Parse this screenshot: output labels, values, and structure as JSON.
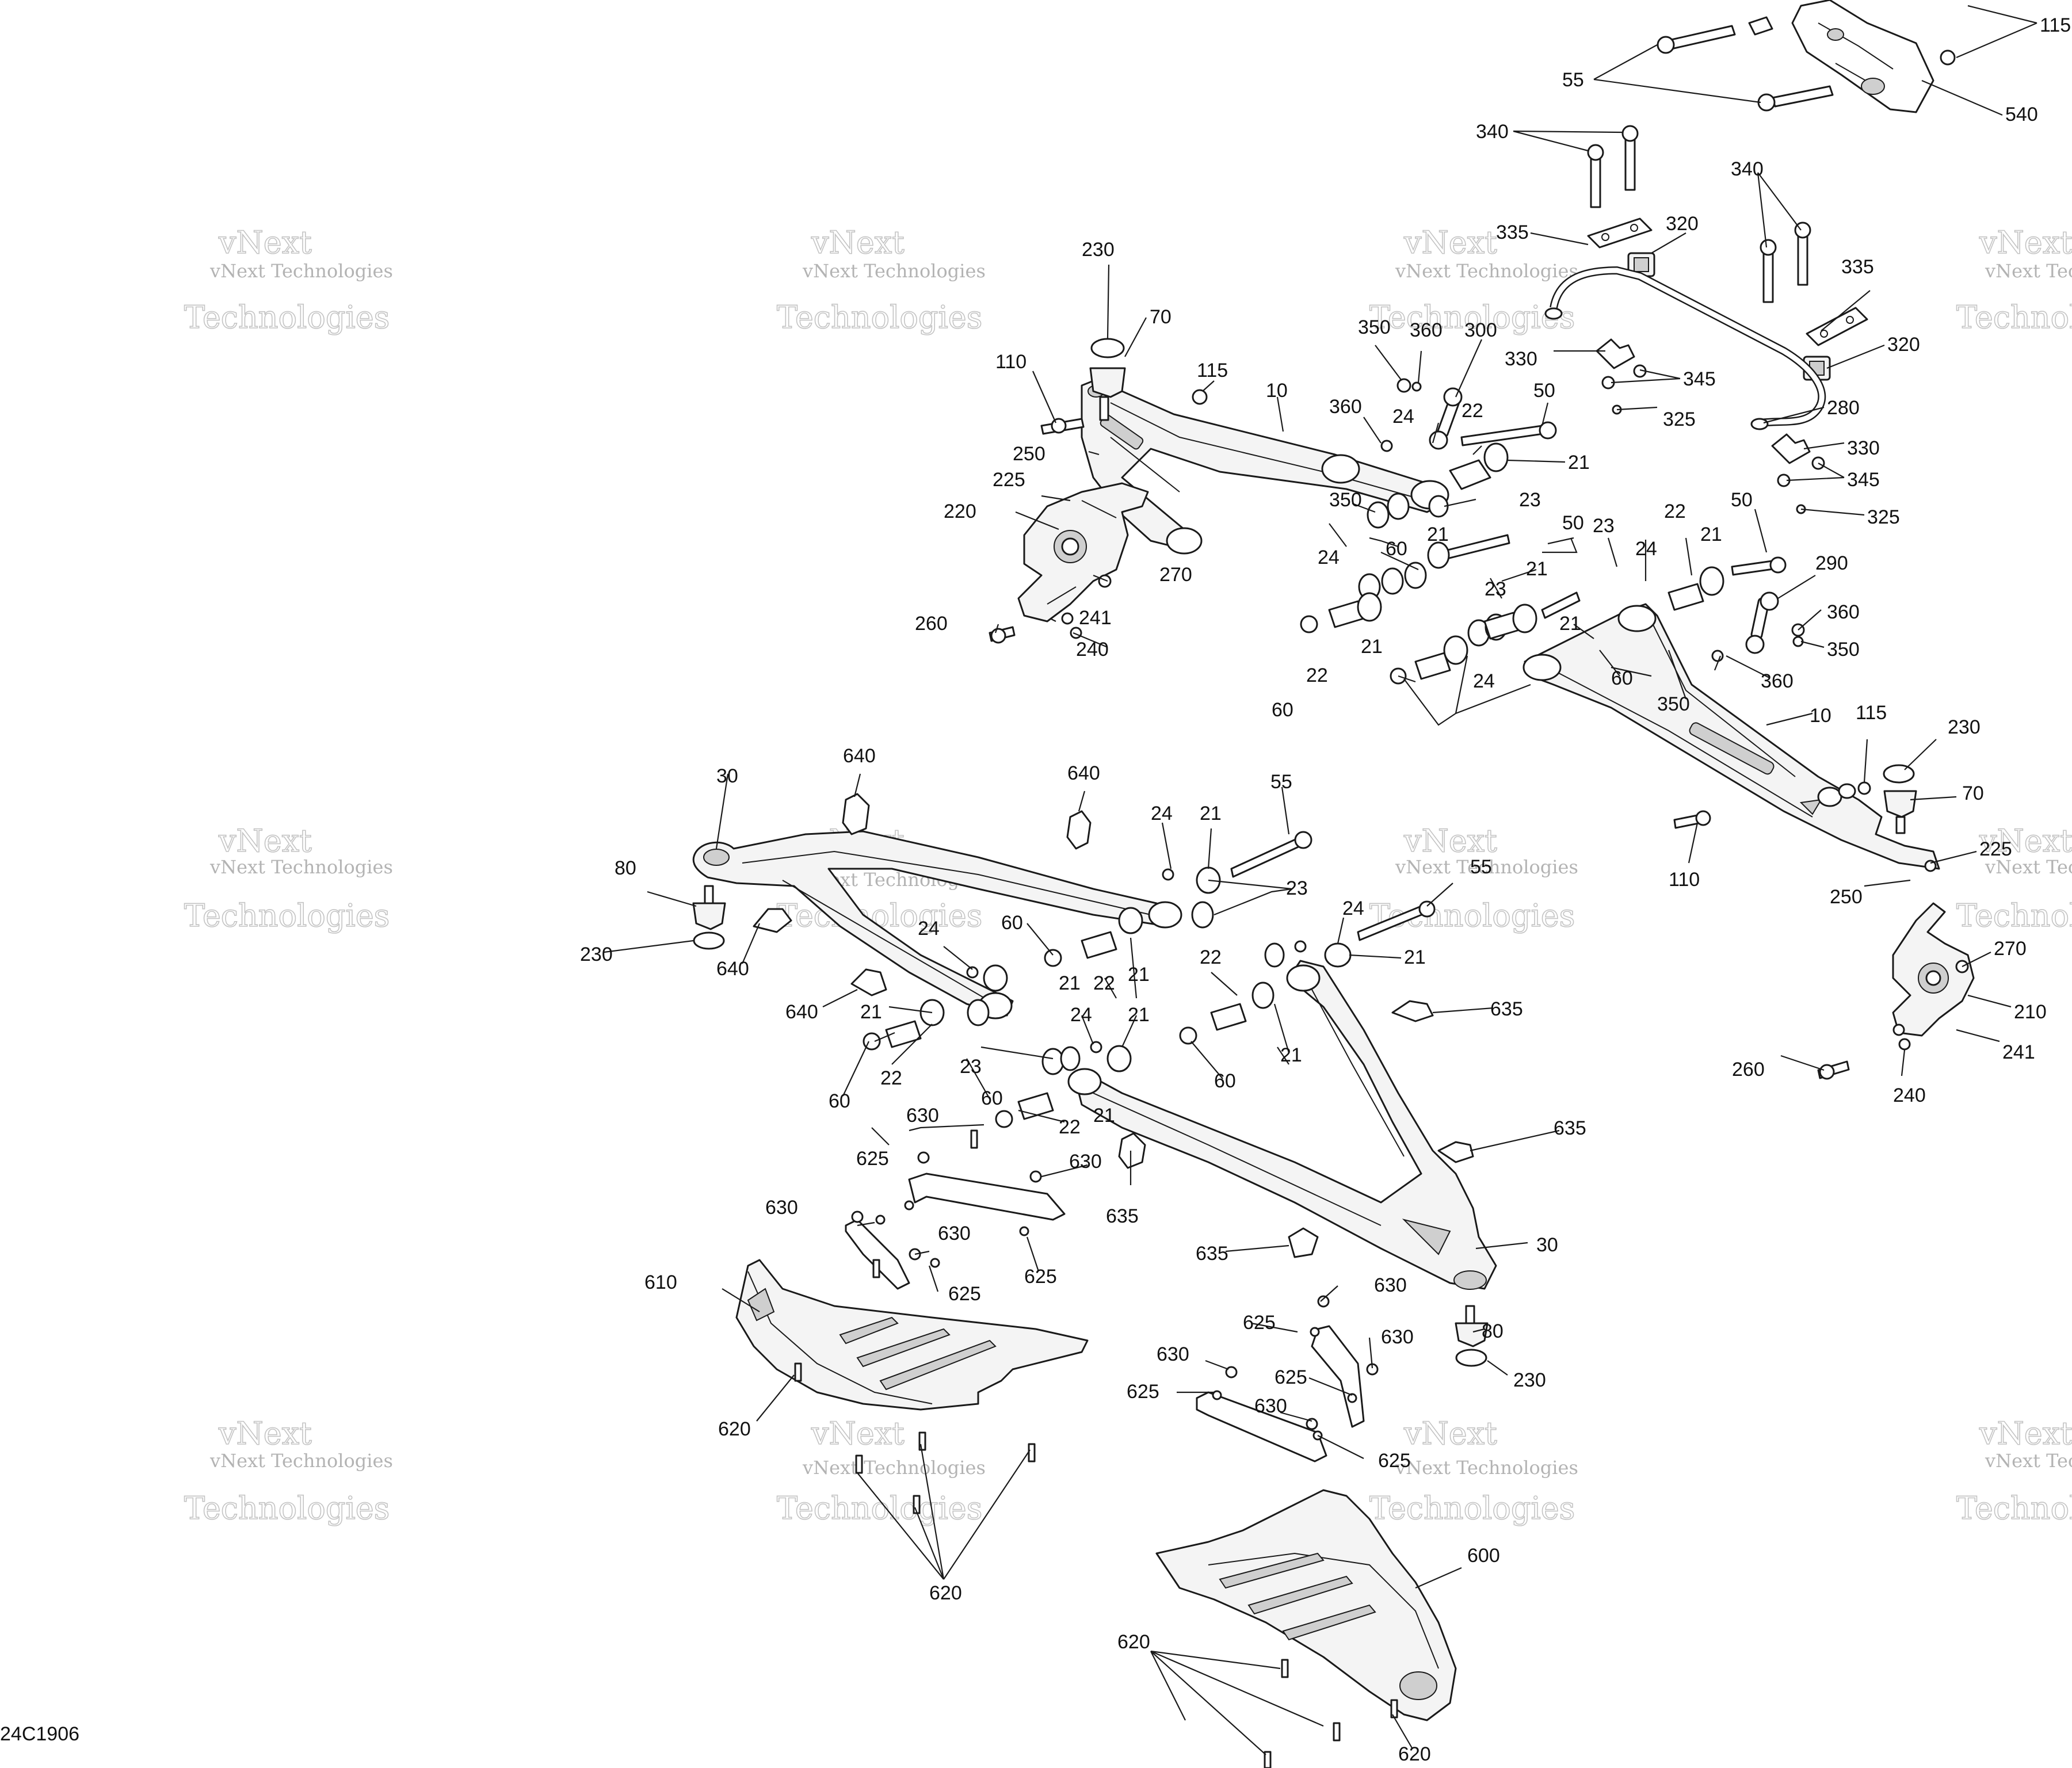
{
  "diagram_code": "24C1906",
  "watermark": {
    "line1": "vNext Technologies",
    "line2": "vNext",
    "line3": "Technologies"
  },
  "callouts": {
    "c115a": "115",
    "c55a": "55",
    "c540": "540",
    "c340a": "340",
    "c340b": "340",
    "c335a": "335",
    "c320a": "320",
    "c335b": "335",
    "c320b": "320",
    "c230a": "230",
    "c70a": "70",
    "c115b": "115",
    "c110a": "110",
    "c10a": "10",
    "c350a": "350",
    "c360a": "360",
    "c300": "300",
    "c330a": "330",
    "c345a": "345",
    "c325a": "325",
    "c280": "280",
    "c330b": "330",
    "c345b": "345",
    "c325b": "325",
    "c250a": "250",
    "c225a": "225",
    "c220": "220",
    "c360b": "360",
    "c24a": "24",
    "c22a": "22",
    "c50a": "50",
    "c21a": "21",
    "c350b": "350",
    "c23a": "23",
    "c24b": "24",
    "c60a": "60",
    "c21b": "21",
    "c270a": "270",
    "c50b": "50",
    "c260a": "260",
    "c241a": "241",
    "c240a": "240",
    "c23b": "23",
    "c21c": "21",
    "c23c": "23",
    "c24c": "24",
    "c22b": "22",
    "c21d": "21",
    "c50c": "50",
    "c290": "290",
    "c360c": "360",
    "c350c": "350",
    "c21e": "21",
    "c60b": "60",
    "c21f": "21",
    "c22c": "22",
    "c60c": "60",
    "c24d": "24",
    "c360d": "360",
    "c350d": "350",
    "c10b": "10",
    "c115c": "115",
    "c230b": "230",
    "c70b": "70",
    "c110b": "110",
    "c225b": "225",
    "c250b": "250",
    "c270b": "270",
    "c210": "210",
    "c241b": "241",
    "c260b": "260",
    "c240b": "240",
    "c30a": "30",
    "c640a": "640",
    "c640b": "640",
    "c24e": "24",
    "c21g": "21",
    "c55b": "55",
    "c80a": "80",
    "c230c": "230",
    "c640c": "640",
    "c24f": "24",
    "c60d": "60",
    "c23d": "23",
    "c640d": "640",
    "c21h": "21",
    "c22d": "22",
    "c21i": "21",
    "c55c": "55",
    "c24g": "24",
    "c21j": "21",
    "c22e": "22",
    "c21k": "21",
    "c22f": "22",
    "c60e": "60",
    "c23e": "23",
    "c24h": "24",
    "c21l": "21",
    "c60f": "60",
    "c635a": "635",
    "c21m": "21",
    "c60g": "60",
    "c22g": "22",
    "c21n": "21",
    "c630a": "630",
    "c625a": "625",
    "c630b": "630",
    "c630c": "630",
    "c635b": "635",
    "c630d": "630",
    "c625b": "625",
    "c625c": "625",
    "c635c": "635",
    "c635d": "635",
    "c30b": "30",
    "c610": "610",
    "c630e": "630",
    "c625d": "625",
    "c630f": "630",
    "c80b": "80",
    "c630g": "630",
    "c625e": "625",
    "c230d": "230",
    "c620a": "620",
    "c630h": "630",
    "c625f": "625",
    "c620b": "620",
    "c600": "600",
    "c620c": "620",
    "c620d": "620"
  }
}
